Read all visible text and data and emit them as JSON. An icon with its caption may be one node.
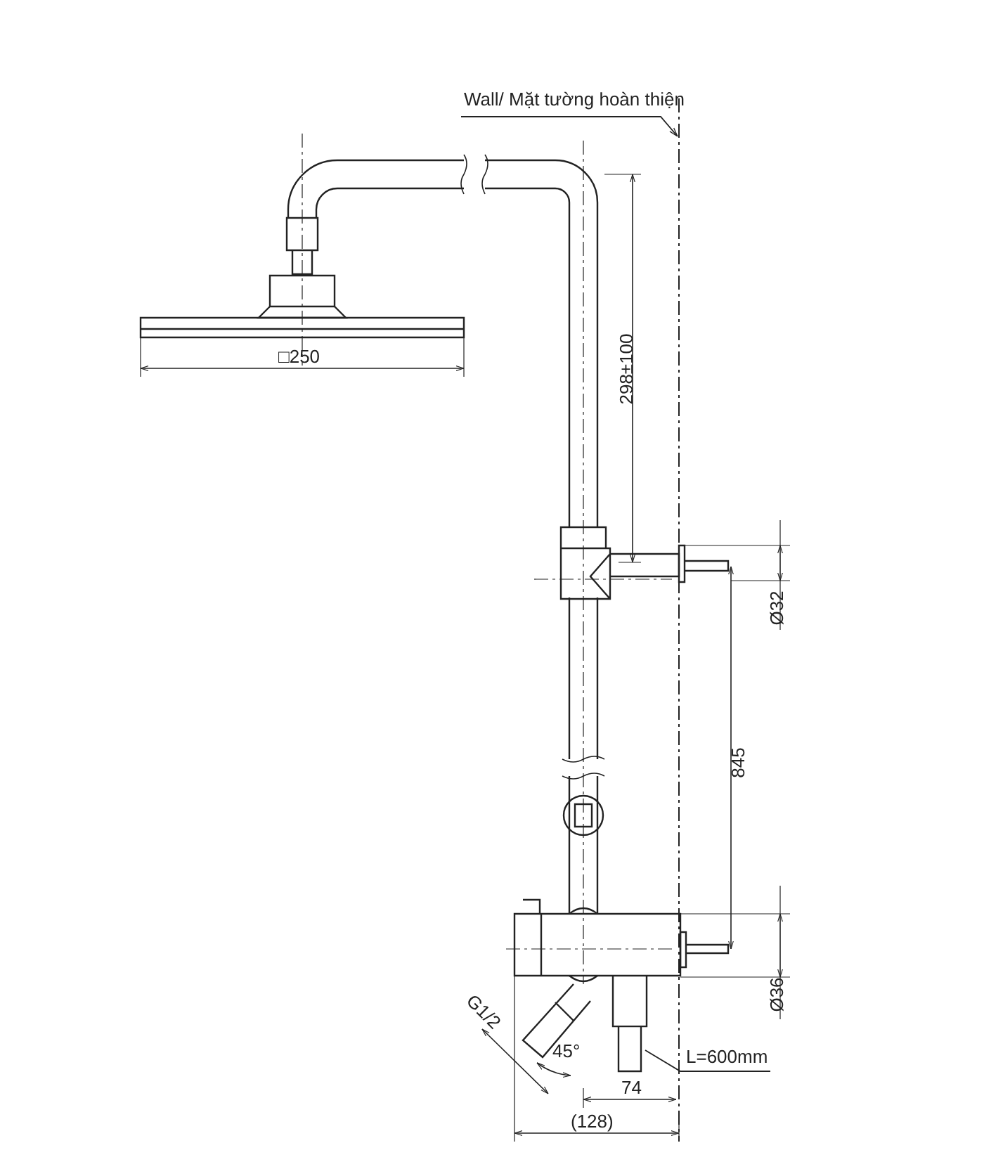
{
  "diagram": {
    "nodes": [
      {
        "text": [
          "Wall/ Mặt tường hoàn thiện"
        ]
      },
      {
        "text": [
          "L=600mm"
        ]
      },
      {
        "text": [],
        "shape": "bar"
      },
      {
        "text": [],
        "shape": "box"
      }
    ],
    "edges": [
      {
        "from": 0,
        "to": 2,
        "arrow": "to"
      },
      {
        "from": 1,
        "to": 3,
        "arrow": "none"
      }
    ],
    "labels": [
      "□250",
      "298±100",
      "Ø32",
      "845",
      "Ø36",
      "G1/2",
      "45°",
      "74",
      "(128)"
    ]
  }
}
